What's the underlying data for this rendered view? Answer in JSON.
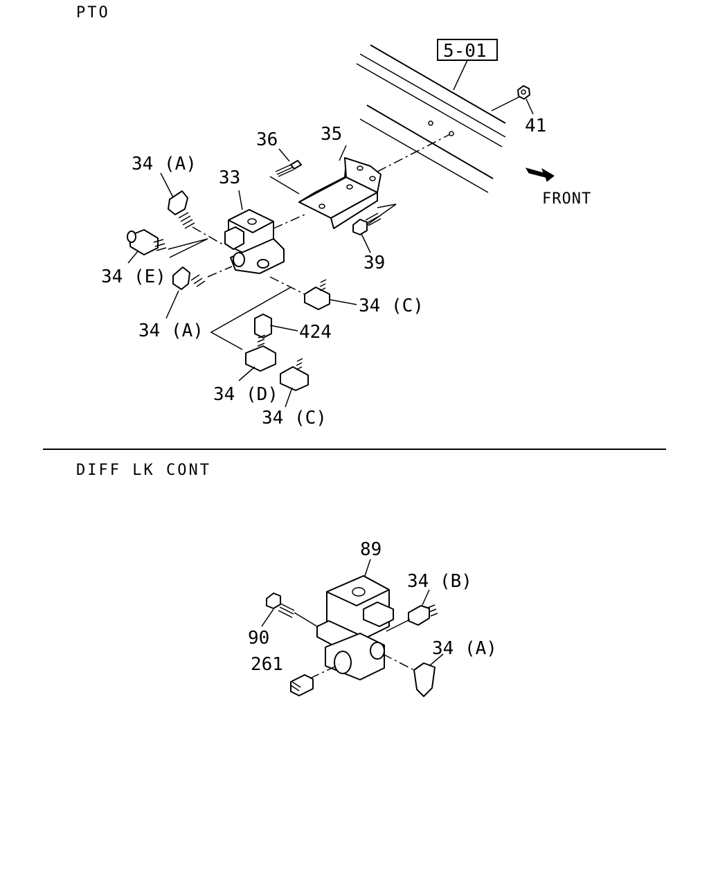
{
  "sections": {
    "pto": {
      "title": "PTO",
      "reference_box": "5-01",
      "front_label": "FRONT",
      "callouts": {
        "c41": "41",
        "c36": "36",
        "c35": "35",
        "c34a_top": "34 (A)",
        "c33": "33",
        "c39": "39",
        "c34e": "34 (E)",
        "c34c_right": "34 (C)",
        "c34a_bottom": "34 (A)",
        "c424": "424",
        "c34d": "34 (D)",
        "c34c_bottom": "34 (C)"
      }
    },
    "diff_lk_cont": {
      "title": "DIFF LK CONT",
      "callouts": {
        "c89": "89",
        "c34b": "34 (B)",
        "c90": "90",
        "c34a": "34 (A)",
        "c261": "261"
      }
    }
  },
  "icons": [
    "front-arrow-icon"
  ]
}
